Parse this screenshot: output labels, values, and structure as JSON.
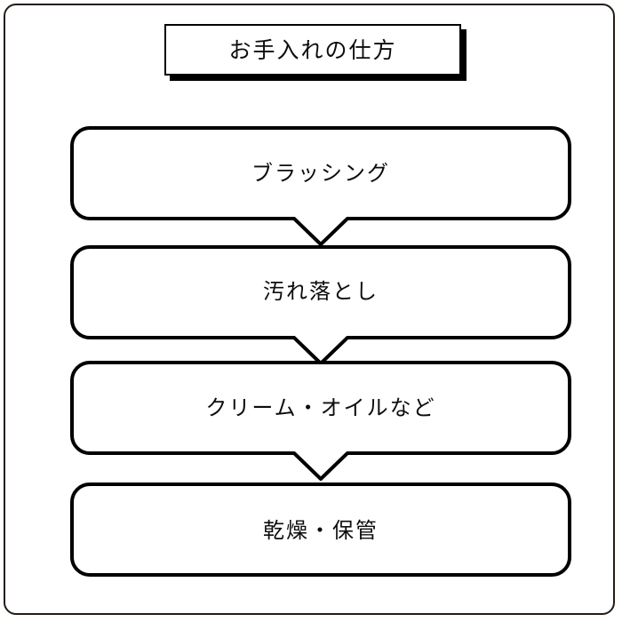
{
  "page": {
    "title": "お手入れの仕方",
    "frame_color": "#241c14",
    "background": "#ffffff"
  },
  "title_block": {
    "label": "お手入れの仕方",
    "shape": "rectangle-with-drop-shadow",
    "border_color": "#000000",
    "fill_color": "#ffffff",
    "shadow_color": "#000000"
  },
  "flowchart": {
    "type": "vertical-flow",
    "connector": "v-notch-arrow-down",
    "box_fill": "#ffffff",
    "box_border": "#000000",
    "steps": [
      {
        "index": 1,
        "label": "ブラッシング",
        "has_arrow_below": true
      },
      {
        "index": 2,
        "label": "汚れ落とし",
        "has_arrow_below": true
      },
      {
        "index": 3,
        "label": "クリーム・オイルなど",
        "has_arrow_below": true
      },
      {
        "index": 4,
        "label": "乾燥・保管",
        "has_arrow_below": false
      }
    ]
  }
}
